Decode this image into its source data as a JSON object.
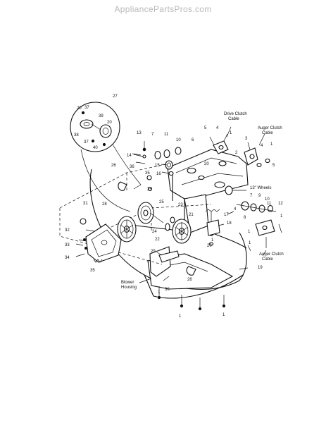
{
  "watermark": "AppliancePartsPros.com",
  "callouts": {
    "c1": "1",
    "c2": "2",
    "c3": "3",
    "c4": "4",
    "c5": "5",
    "c6": "6",
    "c7": "7",
    "c8": "8",
    "c9": "9",
    "c10": "10",
    "c11": "11",
    "c12": "12",
    "c13": "13",
    "c14": "14",
    "c15": "15",
    "c16": "16",
    "c17": "17",
    "c18": "18",
    "c19": "19",
    "c20": "20",
    "c21": "21",
    "c22": "22",
    "c23": "23",
    "c24": "24",
    "c25": "25",
    "c26": "26",
    "c27": "27",
    "c28": "28",
    "c29": "29",
    "c30": "30",
    "c31": "31",
    "c32": "32",
    "c33": "33",
    "c34": "34",
    "c35": "35",
    "c36": "36",
    "c37": "37",
    "c38": "38",
    "c39": "39",
    "c40": "40"
  },
  "labels": {
    "drive_clutch_1": "Drive Clutch",
    "drive_clutch_2": "Cable",
    "auger_clutch_top_1": "Auger Clutch",
    "auger_clutch_top_2": "Cable",
    "wheels": "13\" Wheels",
    "auger_clutch_bottom_1": "Auger Clutch",
    "auger_clutch_bottom_2": "Cable",
    "blower_1": "Blower",
    "blower_2": "Housing"
  }
}
